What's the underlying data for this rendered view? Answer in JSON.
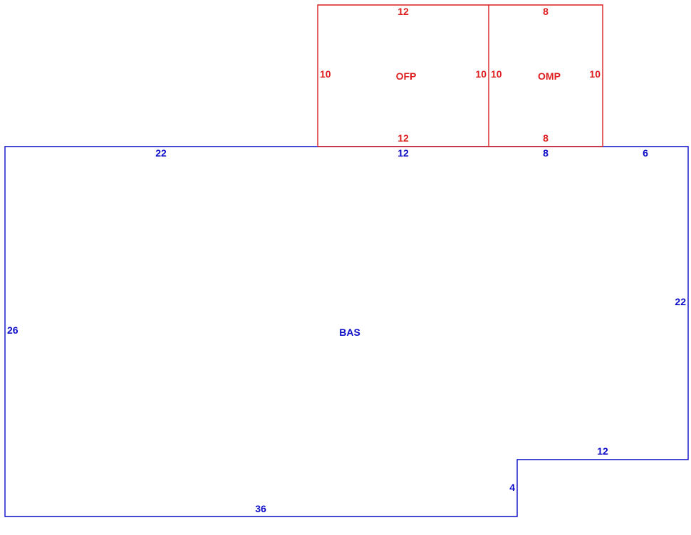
{
  "colors": {
    "addition": "#dc1e1e",
    "main": "#0b0bc8"
  },
  "ofp": {
    "label": "OFP",
    "top": "12",
    "bottom": "12",
    "left": "10",
    "right": "10"
  },
  "omp": {
    "label": "OMP",
    "top": "8",
    "bottom": "8",
    "left": "10",
    "right": "10"
  },
  "bas": {
    "label": "BAS",
    "top_1": "22",
    "top_2": "12",
    "top_3": "8",
    "top_4": "6",
    "right": "22",
    "step_top": "12",
    "step_side": "4",
    "bottom": "36",
    "left": "26"
  }
}
